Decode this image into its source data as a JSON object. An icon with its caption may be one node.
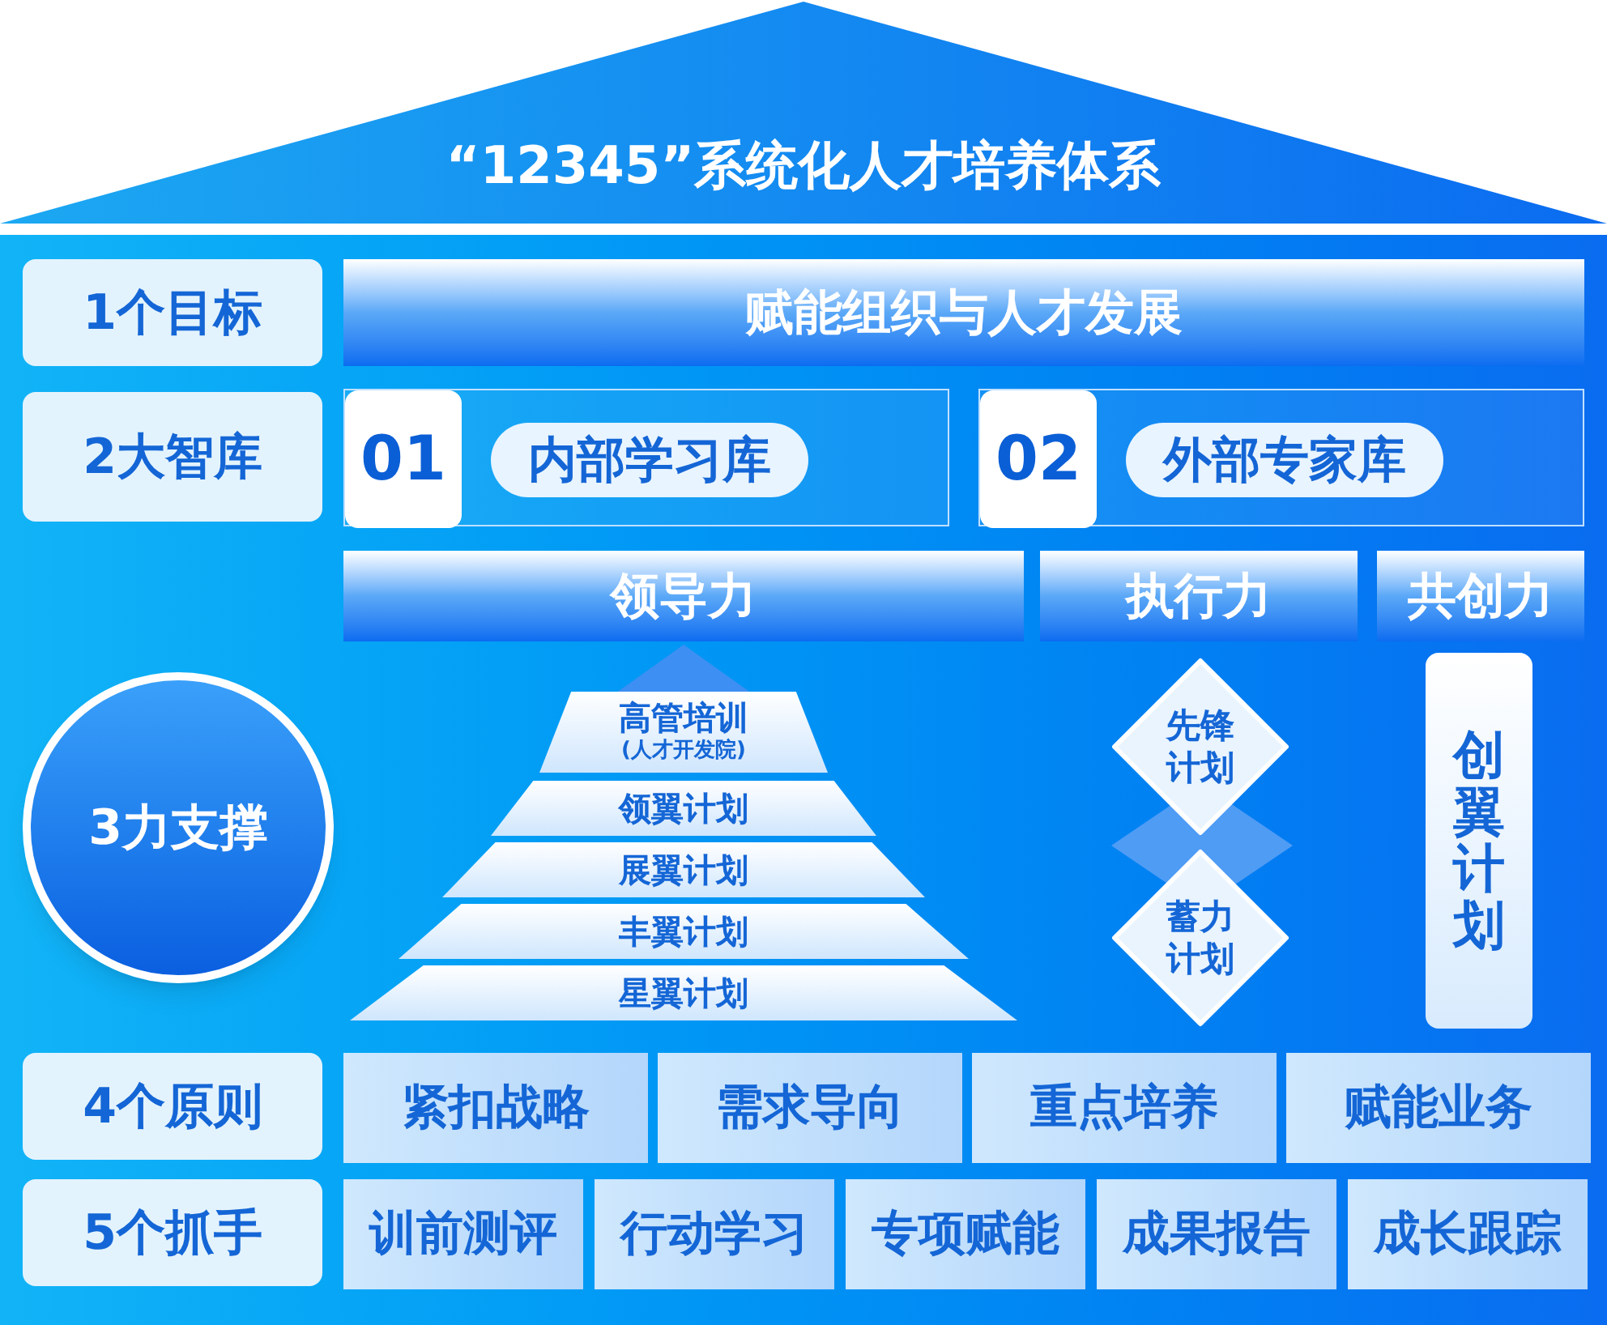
{
  "diagram": {
    "title": "“12345”系统化人才培养体系",
    "nodes": [
      {
        "text": [
          "1个目标"
        ]
      },
      {
        "text": [
          "赋能组织与人才发展"
        ]
      },
      {
        "text": [
          "2大智库"
        ]
      },
      {
        "text": [
          "01",
          "内部学习库"
        ]
      },
      {
        "text": [
          "02",
          "外部专家库"
        ]
      },
      {
        "text": [
          "3力支撑"
        ]
      },
      {
        "text": [
          "领导力"
        ]
      },
      {
        "text": [
          "执行力"
        ]
      },
      {
        "text": [
          "共创力"
        ]
      },
      {
        "text": [
          "高管培训",
          "(人才开发院)"
        ]
      },
      {
        "text": [
          "领翼计划"
        ]
      },
      {
        "text": [
          "展翼计划"
        ]
      },
      {
        "text": [
          "丰翼计划"
        ]
      },
      {
        "text": [
          "星翼计划"
        ]
      },
      {
        "text": [
          "先锋计划"
        ]
      },
      {
        "text": [
          "蓄力计划"
        ]
      },
      {
        "text": [
          "创翼计划"
        ]
      },
      {
        "text": [
          "4个原则"
        ]
      },
      {
        "text": [
          "紧扣战略"
        ]
      },
      {
        "text": [
          "需求导向"
        ]
      },
      {
        "text": [
          "重点培养"
        ]
      },
      {
        "text": [
          "赋能业务"
        ]
      },
      {
        "text": [
          "5个抓手"
        ]
      },
      {
        "text": [
          "训前测评"
        ]
      },
      {
        "text": [
          "行动学习"
        ]
      },
      {
        "text": [
          "专项赋能"
        ]
      },
      {
        "text": [
          "成果报告"
        ]
      },
      {
        "text": [
          "成长跟踪"
        ]
      }
    ]
  }
}
